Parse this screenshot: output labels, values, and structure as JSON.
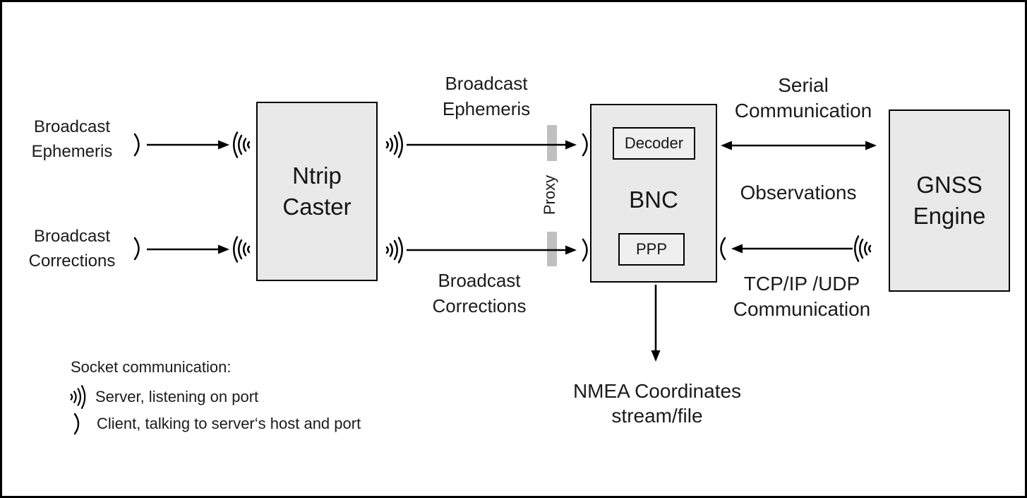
{
  "diagram": {
    "boxes": {
      "ntrip_caster": {
        "line1": "Ntrip",
        "line2": "Caster"
      },
      "bnc": {
        "label": "BNC",
        "decoder": "Decoder",
        "ppp": "PPP"
      },
      "gnss_engine": {
        "line1": "GNSS",
        "line2": "Engine"
      }
    },
    "labels": {
      "broadcast_ephemeris_left": {
        "line1": "Broadcast",
        "line2": "Ephemeris"
      },
      "broadcast_corrections_left": {
        "line1": "Broadcast",
        "line2": "Corrections"
      },
      "broadcast_ephemeris_mid": {
        "line1": "Broadcast",
        "line2": "Ephemeris"
      },
      "broadcast_corrections_mid": {
        "line1": "Broadcast",
        "line2": "Corrections"
      },
      "serial_communication": {
        "line1": "Serial",
        "line2": "Communication"
      },
      "observations": "Observations",
      "tcp_udp_communication": {
        "line1": "TCP/IP /UDP",
        "line2": "Communication"
      },
      "nmea_output": {
        "line1": "NMEA Coordinates",
        "line2": "stream/file"
      },
      "proxy": "Proxy"
    },
    "legend": {
      "title": "Socket communication:",
      "server_item": "Server, listening on port",
      "client_item": "Client, talking to server‘s host and port"
    },
    "colors": {
      "background": "#ffffff",
      "box_fill": "#e9e9e9",
      "box_border": "#000000",
      "arrow": "#000000",
      "proxy_bar": "#c0c0c0"
    }
  }
}
